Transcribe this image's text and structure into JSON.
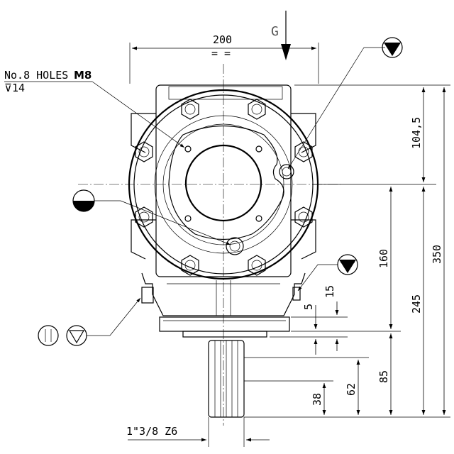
{
  "dimensions": {
    "width_200": "200",
    "h_104_5": "104,5",
    "h_350": "350",
    "h_160": "160",
    "h_245": "245",
    "h_15": "15",
    "h_5": "5",
    "h_85": "85",
    "h_62": "62",
    "h_38": "38",
    "shaft": "1\"3/8  Z6"
  },
  "annotations": {
    "holes_line1_prefix": "No.8 HOLES",
    "holes_line1_bold": "M8",
    "holes_line2": "⊽14",
    "load_label": "G",
    "equal_marks": "=   ="
  }
}
